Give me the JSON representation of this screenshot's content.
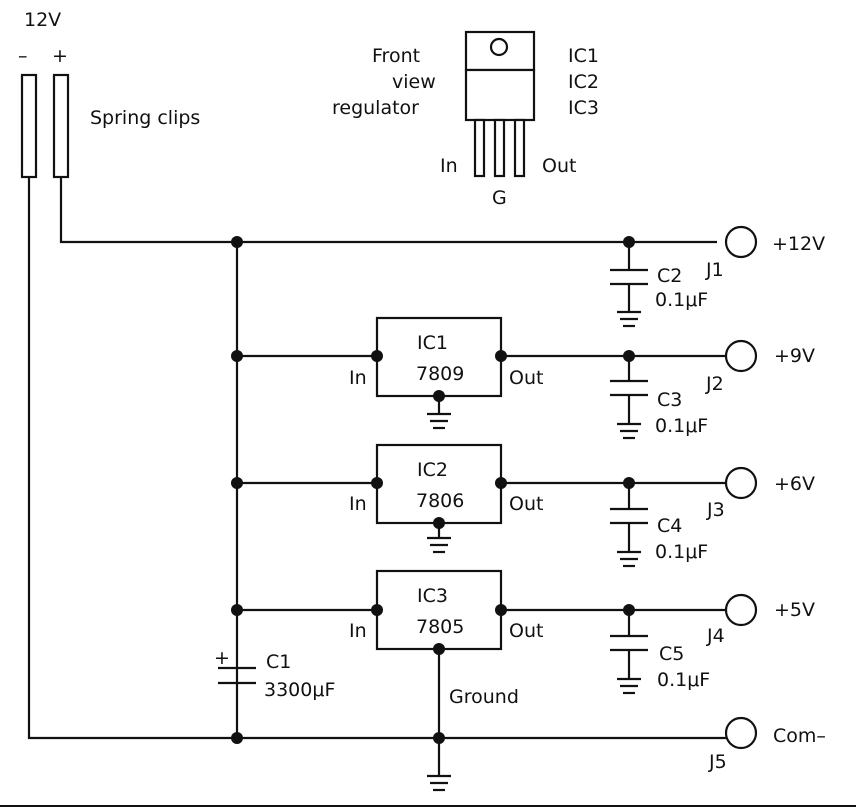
{
  "supply": {
    "voltage": "12V",
    "minus": "–",
    "plus": "+",
    "clips_label": "Spring clips"
  },
  "pinout": {
    "front_label": "Front",
    "view_label": "view",
    "regulator_label": "regulator",
    "ic_list": [
      "IC1",
      "IC2",
      "IC3"
    ],
    "in_label": "In",
    "out_label": "Out",
    "g_label": "G"
  },
  "regulators": [
    {
      "name": "IC1",
      "part": "7809",
      "in": "In",
      "out": "Out"
    },
    {
      "name": "IC2",
      "part": "7806",
      "in": "In",
      "out": "Out"
    },
    {
      "name": "IC3",
      "part": "7805",
      "in": "In",
      "out": "Out"
    }
  ],
  "capacitors": [
    {
      "name": "C2",
      "value": "0.1μF"
    },
    {
      "name": "C3",
      "value": "0.1μF"
    },
    {
      "name": "C4",
      "value": "0.1μF"
    },
    {
      "name": "C5",
      "value": "0.1μF"
    }
  ],
  "main_cap": {
    "name": "C1",
    "value": "3300μF",
    "plus": "+"
  },
  "jacks": [
    {
      "name": "J1",
      "voltage": "+12V"
    },
    {
      "name": "J2",
      "voltage": "+9V"
    },
    {
      "name": "J3",
      "voltage": "+6V"
    },
    {
      "name": "J4",
      "voltage": "+5V"
    },
    {
      "name": "J5",
      "voltage": "Com–"
    }
  ],
  "ground_label": "Ground"
}
